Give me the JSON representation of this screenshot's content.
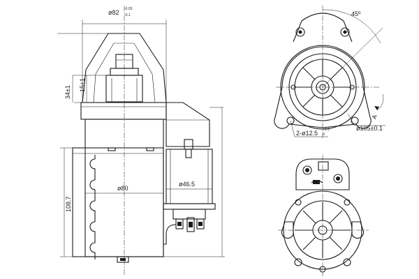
{
  "dimensions": {
    "top_dia_main": "ø82",
    "top_dia_tol_upper": "-0.03",
    "top_dia_tol_lower": "-0.1",
    "pinion_dim": "15±1",
    "flange_dim": "34±1",
    "body_dia": "ø80",
    "solenoid_dia": "ø46.5",
    "length": "108.7",
    "angle": "45º",
    "holes_main": "2-ø12.5",
    "holes_tol_upper": "+0.3",
    "holes_tol_lower": "0",
    "pilot_dia": "ø105±0.1",
    "rotation_mark": "A"
  }
}
